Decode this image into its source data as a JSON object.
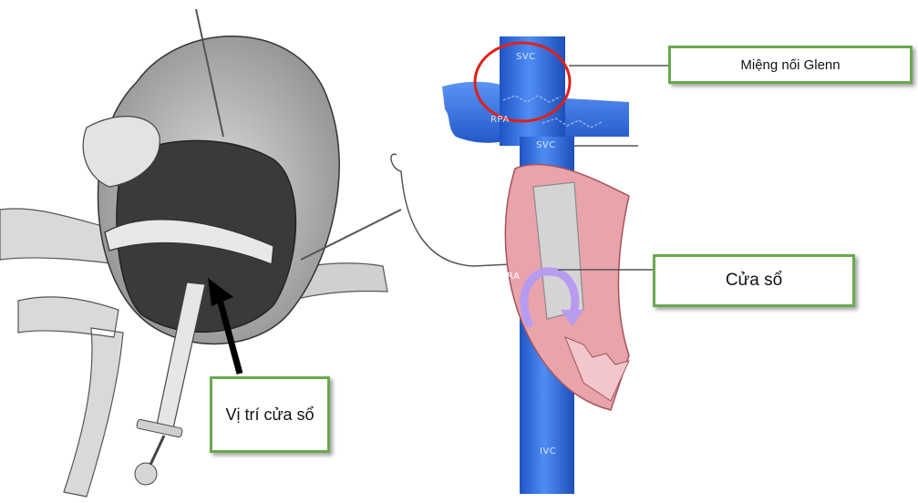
{
  "callouts": {
    "glenn": "Miệng nối Glenn",
    "window": "Cửa sổ",
    "window_position": "Vị trí cửa sổ"
  },
  "anatomy_tags": {
    "svc_top": "SVC",
    "rpa": "RPA",
    "svc_mid": "SVC",
    "ra": "RA",
    "ivc": "IVC"
  },
  "colors": {
    "callout_border": "#6aa84f",
    "vessel": "#2f6fe0",
    "atrium": "#e9a3aa",
    "anastomosis_circle": "#e0201a",
    "flow_arrow": "#b79bef"
  },
  "icons": {
    "pointer": "black-arrow-icon"
  }
}
